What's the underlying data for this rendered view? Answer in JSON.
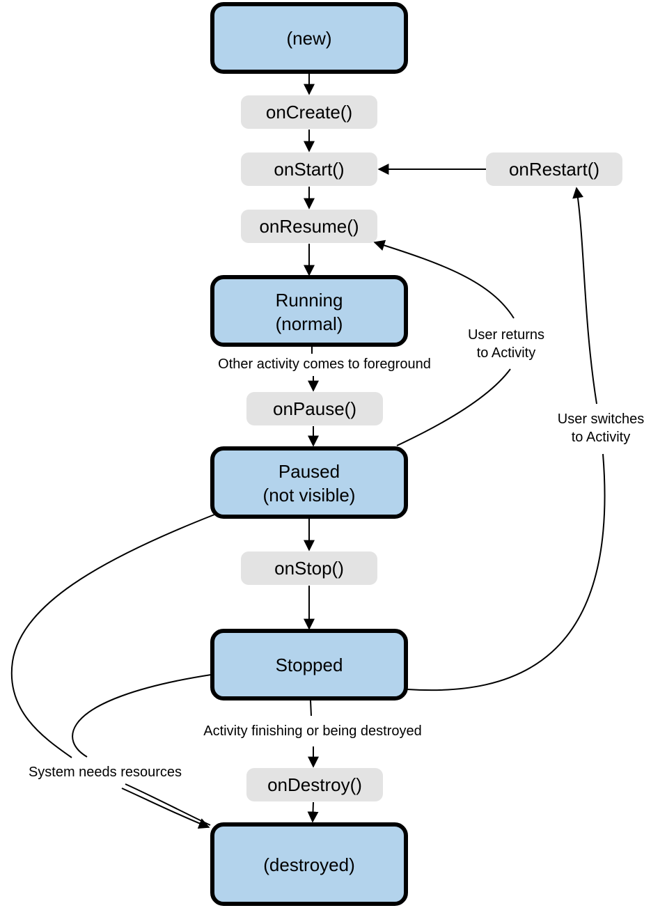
{
  "states": {
    "new": {
      "lines": [
        "(new)"
      ]
    },
    "running": {
      "lines": [
        "Running",
        "(normal)"
      ]
    },
    "paused": {
      "lines": [
        "Paused",
        "(not visible)"
      ]
    },
    "stopped": {
      "lines": [
        "Stopped"
      ]
    },
    "destroyed": {
      "lines": [
        "(destroyed)"
      ]
    }
  },
  "callbacks": {
    "on_create": "onCreate()",
    "on_start": "onStart()",
    "on_restart": "onRestart()",
    "on_resume": "onResume()",
    "on_pause": "onPause()",
    "on_stop": "onStop()",
    "on_destroy": "onDestroy()"
  },
  "edge_labels": {
    "other_activity": "Other activity comes to foreground",
    "user_returns": [
      "User returns",
      "to Activity"
    ],
    "user_switches": [
      "User switches",
      "to Activity"
    ],
    "activity_finishing": "Activity finishing or being destroyed",
    "system_needs": "System needs resources"
  },
  "colors": {
    "state_fill": "#b3d3ec",
    "callback_fill": "#e3e3e3",
    "stroke": "#000000"
  }
}
